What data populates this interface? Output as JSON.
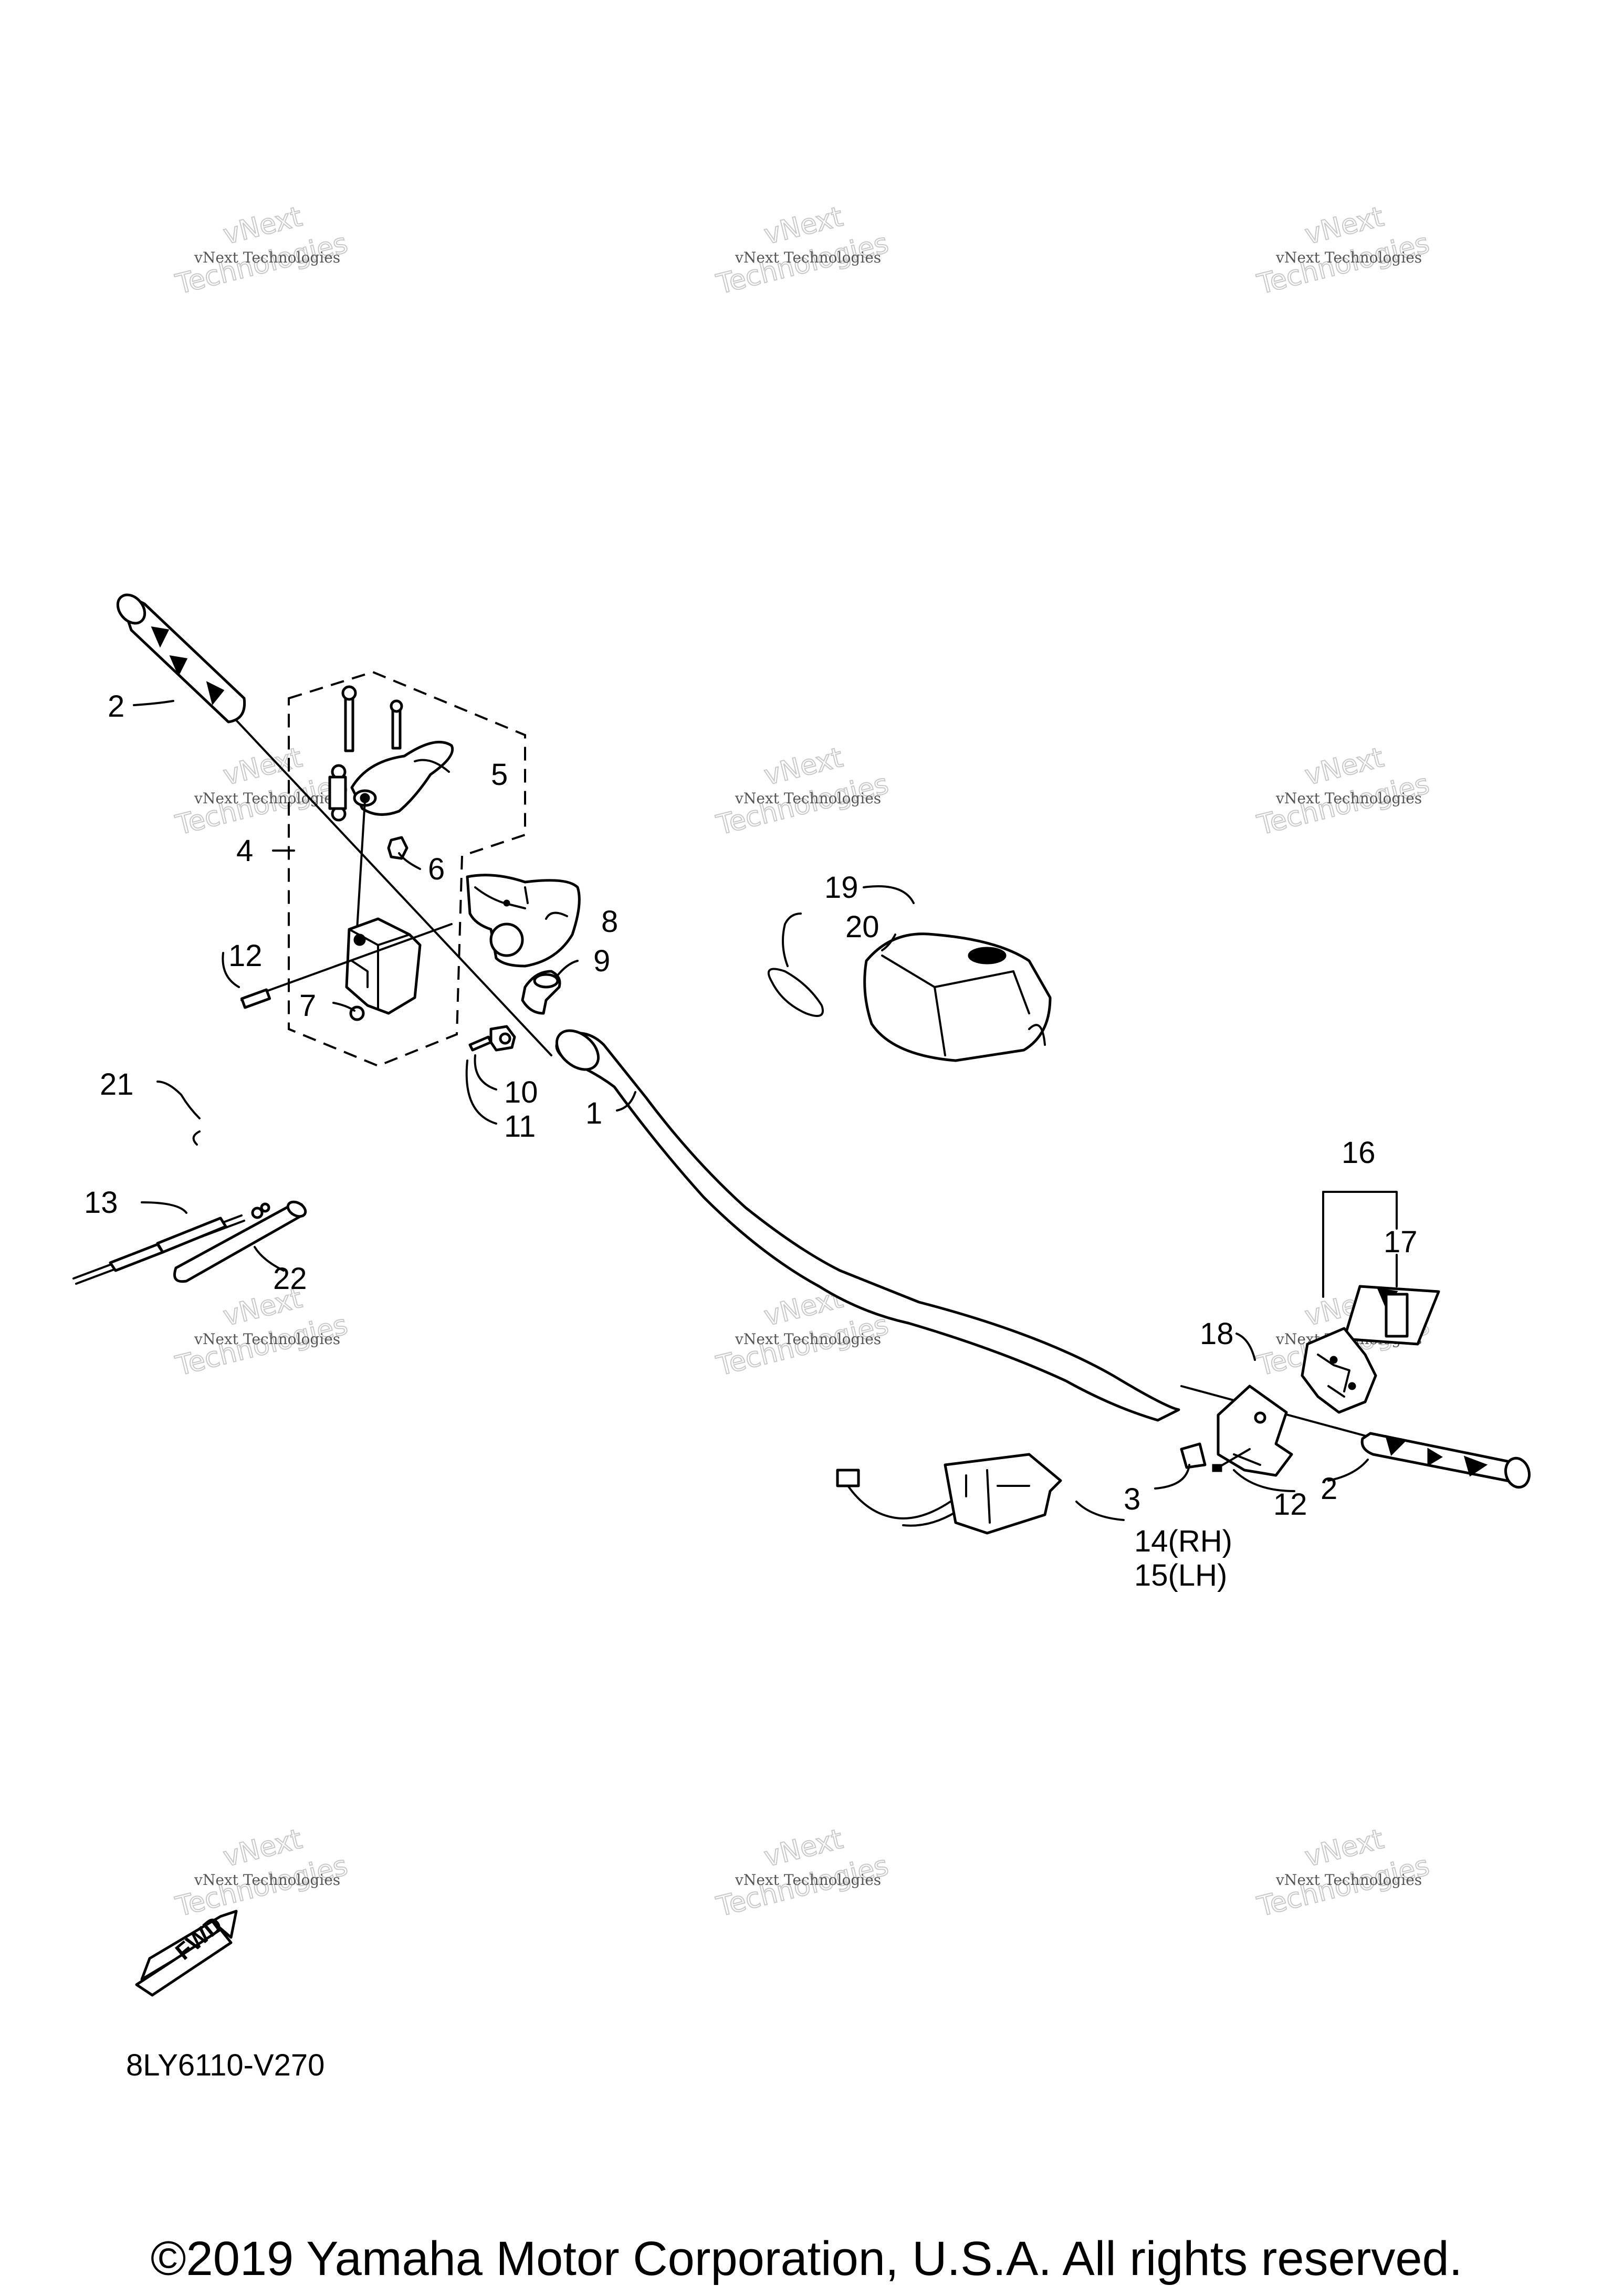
{
  "diagram": {
    "code": "8LY6110-V270",
    "copyright": "©2019 Yamaha Motor Corporation, U.S.A. All rights reserved.",
    "fwd_label": "FWD",
    "watermark": {
      "line1": "vNext Technologies",
      "line2": "Technologies",
      "line3": "vNext"
    },
    "callouts": {
      "c1": "1",
      "c2a": "2",
      "c2b": "2",
      "c3": "3",
      "c4": "4",
      "c5": "5",
      "c6": "6",
      "c7": "7",
      "c8": "8",
      "c9": "9",
      "c10": "10",
      "c11": "11",
      "c12a": "12",
      "c12b": "12",
      "c13": "13",
      "c14": "14(RH)",
      "c15": "15(LH)",
      "c16": "16",
      "c17": "17",
      "c18": "18",
      "c19": "19",
      "c20": "20",
      "c21": "21",
      "c22": "22"
    }
  }
}
